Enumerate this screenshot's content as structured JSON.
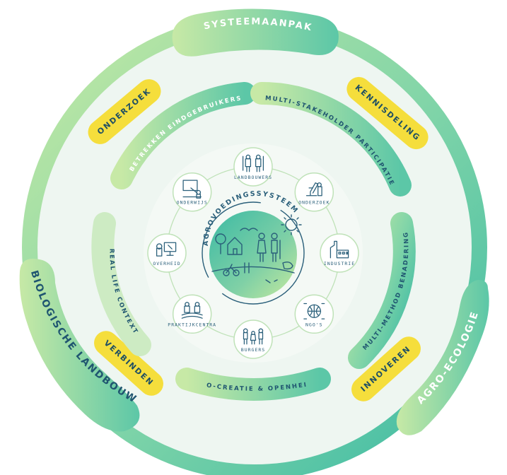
{
  "outer_ring": {
    "top_label": "SYSTEEMAANPAK",
    "left_label": "BIOLOGISCHE LANDBOUW",
    "right_label": "AGRO-ECOLOGIE"
  },
  "badges": {
    "top_left": "ONDERZOEK",
    "top_right": "KENNISDELING",
    "bottom_left": "VERBINDEN",
    "bottom_right": "INNOVEREN"
  },
  "middle_ring": {
    "top_left": "BETREKKEN EINDGEBRUIKERS",
    "top_right": "MULTI-STAKEHOLDER PARTICIPATIE",
    "left": "REAL LIFE CONTEXT",
    "right": "MULTI-METHOD BENADERING",
    "bottom": "CO-CREATIE & OPENHEID"
  },
  "center": {
    "title": "AGROVOEDINGSSYSTEEM"
  },
  "nodes": [
    {
      "label": "LANDBOUWERS",
      "icon": "farmers-icon"
    },
    {
      "label": "ONDERZOEK",
      "icon": "microscope-icon"
    },
    {
      "label": "INDUSTRIE",
      "icon": "factory-icon"
    },
    {
      "label": "NGO'S",
      "icon": "globe-icon"
    },
    {
      "label": "BURGERS",
      "icon": "citizens-icon"
    },
    {
      "label": "PRAKTIJKCENTRA",
      "icon": "practice-center-icon"
    },
    {
      "label": "OVERHEID",
      "icon": "government-icon"
    },
    {
      "label": "ONDERWIJS",
      "icon": "teacher-icon"
    }
  ],
  "colors": {
    "green_light": "#b9e4a0",
    "teal": "#3fbfa5",
    "teal_dark": "#2a9d8f",
    "yellow": "#f5de3c",
    "ring_fill": "#e8f4ee",
    "ink": "#2a5f7a"
  }
}
